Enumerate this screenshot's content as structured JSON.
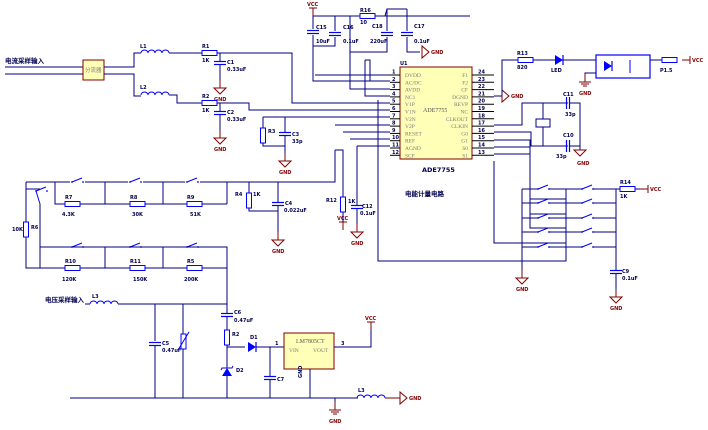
{
  "colors": {
    "wire": "#000080",
    "component": "#0000ff",
    "ground": "#800000",
    "chip_fill": "#ffffb8",
    "chip_border": "#800000"
  },
  "labels": {
    "current_input": "电流采样输入",
    "shunt": "分流器",
    "voltage_input": "电压采样输入",
    "meter_circuit": "电能计量电路",
    "L1": "L1",
    "L2": "L2",
    "L3a": "L3",
    "L3b": "L3",
    "R1": "R1",
    "R1v": "1K",
    "R2": "R2",
    "R2v": "1K",
    "C1": "C1",
    "C1v": "0.33uF",
    "C2": "C2",
    "C2v": "0.33uF",
    "R3": "R3",
    "C3": "C3",
    "C3v": "33p",
    "C15": "C15",
    "C15v": "10uF",
    "C16": "C16",
    "C16v": "0.1uF",
    "R16": "R16",
    "R16v": "10",
    "C18": "C18",
    "C18v": "220uF",
    "C17": "C17",
    "C17v": "0.1uF",
    "U1": "U1",
    "chip": "ADE7755",
    "chip_inner": "ADE7755",
    "R13": "R13",
    "R13v": "820",
    "LED": "LED",
    "R15": "P1.5",
    "C11": "C11",
    "C11v": "33p",
    "C10": "C10",
    "C10v": "33p",
    "R12": "R12",
    "R12v": "1K",
    "C12": "C12",
    "C12v": "0.1uF",
    "R14": "R14",
    "R14v": "1K",
    "C9": "C9",
    "C9v": "0.1uF",
    "R6": "R6",
    "R6v": "10K",
    "R7": "R7",
    "R7v": "4.3K",
    "R8": "R8",
    "R8v": "30K",
    "R9": "R9",
    "R9v": "51K",
    "R4": "R4",
    "R4v": "1K",
    "C4": "C4",
    "C4v": "0.022uF",
    "R10": "R10",
    "R10v": "120K",
    "R11": "R11",
    "R11v": "150K",
    "R5": "R5",
    "R5v": "200K",
    "C6": "C6",
    "C6v": "0.47uF",
    "C5": "C5",
    "C5v": "0.47uF",
    "R2b": "R2",
    "D1": "D1",
    "D2": "D2",
    "C7": "C7",
    "reg": "LM7805CT",
    "vin": "VIN",
    "vout": "VOUT",
    "pin1": "1",
    "pin3": "3",
    "gndpin": "GND",
    "VCC": "VCC",
    "GND": "GND"
  },
  "chip_pins": {
    "left": [
      [
        "1",
        "DVDD"
      ],
      [
        "2",
        "AC/DC"
      ],
      [
        "3",
        "AVDD"
      ],
      [
        "4",
        "NC1"
      ],
      [
        "5",
        "V1P"
      ],
      [
        "6",
        "V1N"
      ],
      [
        "7",
        "V2N"
      ],
      [
        "8",
        "V2P"
      ],
      [
        "9",
        "RESET"
      ],
      [
        "10",
        "REF"
      ],
      [
        "11",
        "AGND"
      ],
      [
        "12",
        "SCF"
      ]
    ],
    "right": [
      [
        "24",
        "F1"
      ],
      [
        "23",
        "F2"
      ],
      [
        "22",
        "CF"
      ],
      [
        "21",
        "DGND"
      ],
      [
        "20",
        "REVP"
      ],
      [
        "19",
        "NC"
      ],
      [
        "18",
        "CLKOUT"
      ],
      [
        "17",
        "CLKIN"
      ],
      [
        "16",
        "G0"
      ],
      [
        "15",
        "G1"
      ],
      [
        "14",
        "S0"
      ],
      [
        "13",
        "S1"
      ]
    ]
  }
}
